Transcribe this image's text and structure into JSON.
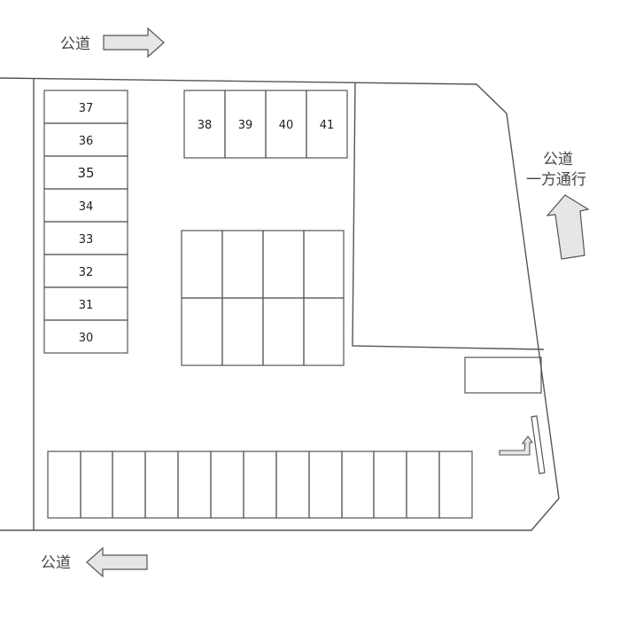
{
  "road_top_label": "公道",
  "road_bottom_label": "公道",
  "road_right_label_line1": "公道",
  "road_right_label_line2": "一方通行",
  "left_column_spaces": [
    "37",
    "36",
    "35",
    "34",
    "33",
    "32",
    "31",
    "30"
  ],
  "top_row_spaces": [
    "38",
    "39",
    "40",
    "41"
  ],
  "colors": {
    "stroke": "#555555",
    "arrow_fill": "#e6e6e6",
    "text": "#222222"
  }
}
